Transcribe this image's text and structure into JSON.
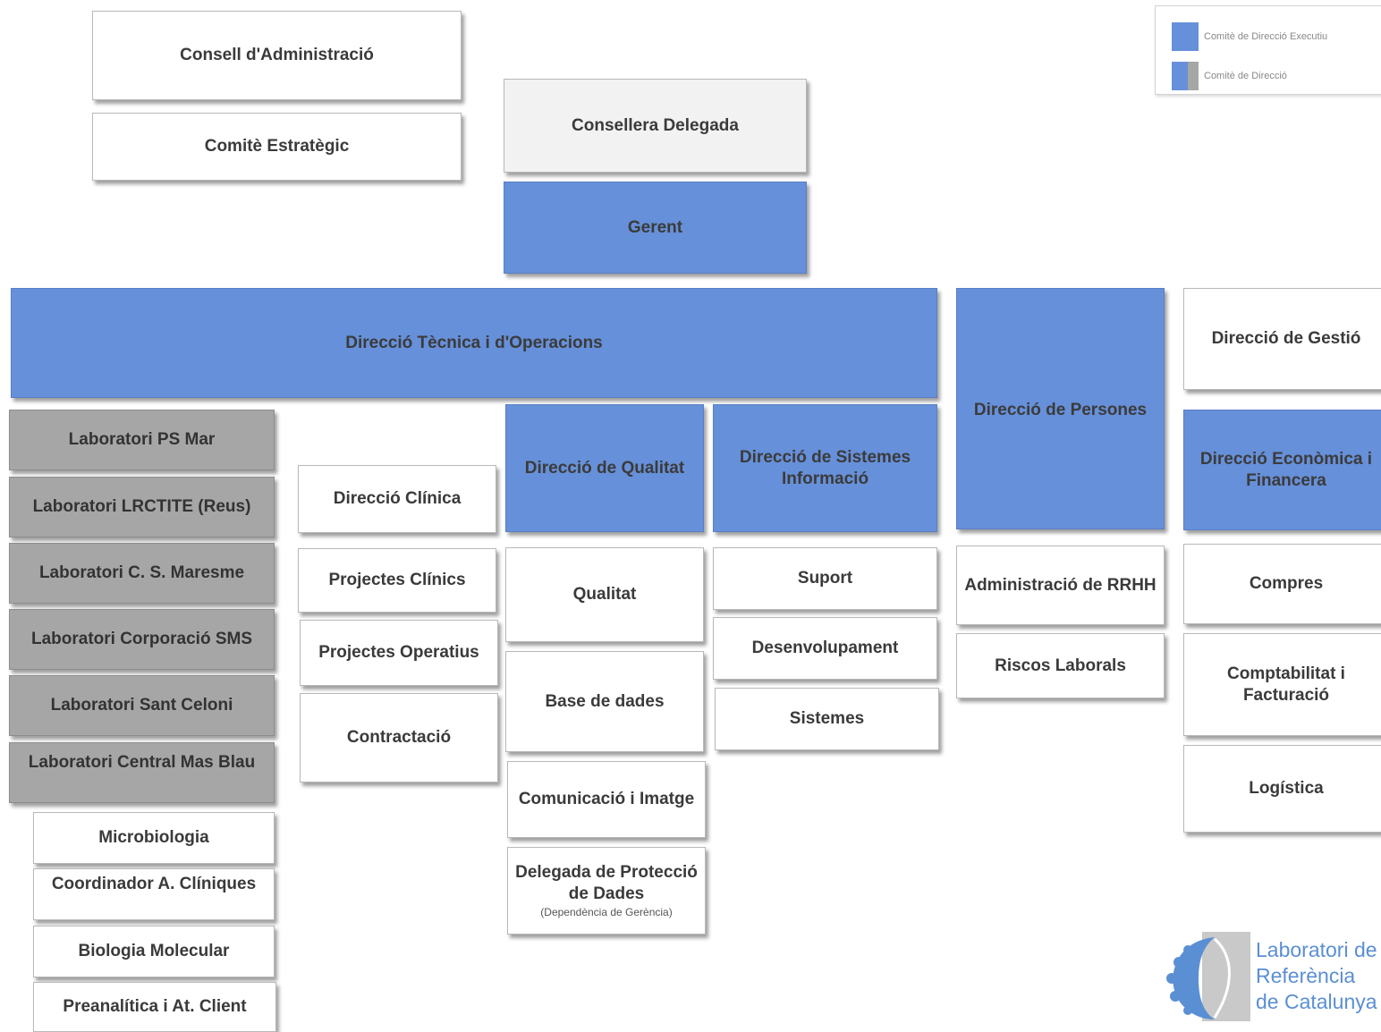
{
  "colors": {
    "executive_committee": "#6690d9",
    "management_committee": "#a6a6a6",
    "box_border": "#b8b8b8"
  },
  "legend": {
    "executive_label": "Comitè de Direcció Executiu",
    "management_label": "Comitè de Direcció"
  },
  "top": {
    "board": "Consell d'Administració",
    "strategic_committee": "Comitè Estratègic",
    "ceo": "Consellera Delegada",
    "manager": "Gerent"
  },
  "technical_ops": {
    "title": "Direcció Tècnica i d'Operacions",
    "labs": [
      "Laboratori PS Mar",
      "Laboratori LRCTITE (Reus)",
      "Laboratori C. S. Maresme",
      "Laboratori Corporació SMS",
      "Laboratori Sant Celoni",
      "Laboratori Central Mas Blau"
    ],
    "central_units": [
      "Microbiologia",
      "Coordinador A. Clíniques",
      "Biologia Molecular",
      "Preanalítica i At. Client"
    ],
    "clinical": {
      "title": "Direcció Clínica",
      "items": [
        "Projectes Clínics",
        "Projectes Operatius",
        "Contractació"
      ]
    },
    "quality": {
      "title": "Direcció de Qualitat",
      "items": [
        "Qualitat",
        "Base de dades",
        "Comunicació i Imatge"
      ],
      "dpo_title": "Delegada de Protecció de Dades",
      "dpo_note": "(Dependència de Gerència)"
    },
    "systems": {
      "title": "Direcció de Sistemes Informació",
      "items": [
        "Suport",
        "Desenvolupament",
        "Sistemes"
      ]
    }
  },
  "people": {
    "title": "Direcció de Persones",
    "items": [
      "Administració de RRHH",
      "Riscos Laborals"
    ]
  },
  "management": {
    "title": "Direcció de Gestió",
    "finance_title": "Direcció Econòmica i Financera",
    "items": [
      "Compres",
      "Comptabilitat i Facturació",
      "Logística"
    ]
  },
  "logo": {
    "line1": "Laboratori de",
    "line2": "Referència",
    "line3": "de Catalunya"
  }
}
